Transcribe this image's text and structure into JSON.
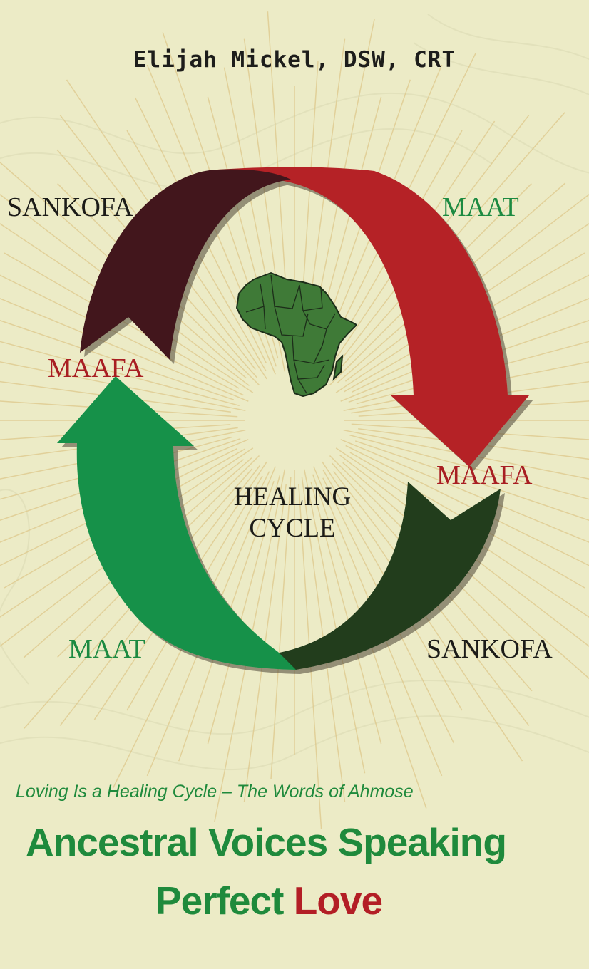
{
  "cover": {
    "author": "Elijah Mickel, DSW, CRT",
    "labels": {
      "sankofa_top": "SANKOFA",
      "maat_top": "MAAT",
      "maafa_left": "MAAFA",
      "maafa_right": "MAAFA",
      "maat_bottom": "MAAT",
      "sankofa_bottom": "SANKOFA"
    },
    "center_line1": "HEALING",
    "center_line2": "CYCLE",
    "subtitle": "Loving Is a Healing Cycle – The Words of Ahmose",
    "title_line1": "Ancestral Voices Speaking",
    "title_line2_part1": "Perfect",
    "title_line2_part2": "Love"
  },
  "colors": {
    "background": "#ecebc6",
    "dark_maroon": "#42161a",
    "red": "#b52226",
    "green": "#13914a",
    "dark_green": "#233e1f",
    "africa_green": "#3f7a37"
  },
  "icons": [
    "africa-map-icon",
    "cycle-arrows-icon"
  ]
}
